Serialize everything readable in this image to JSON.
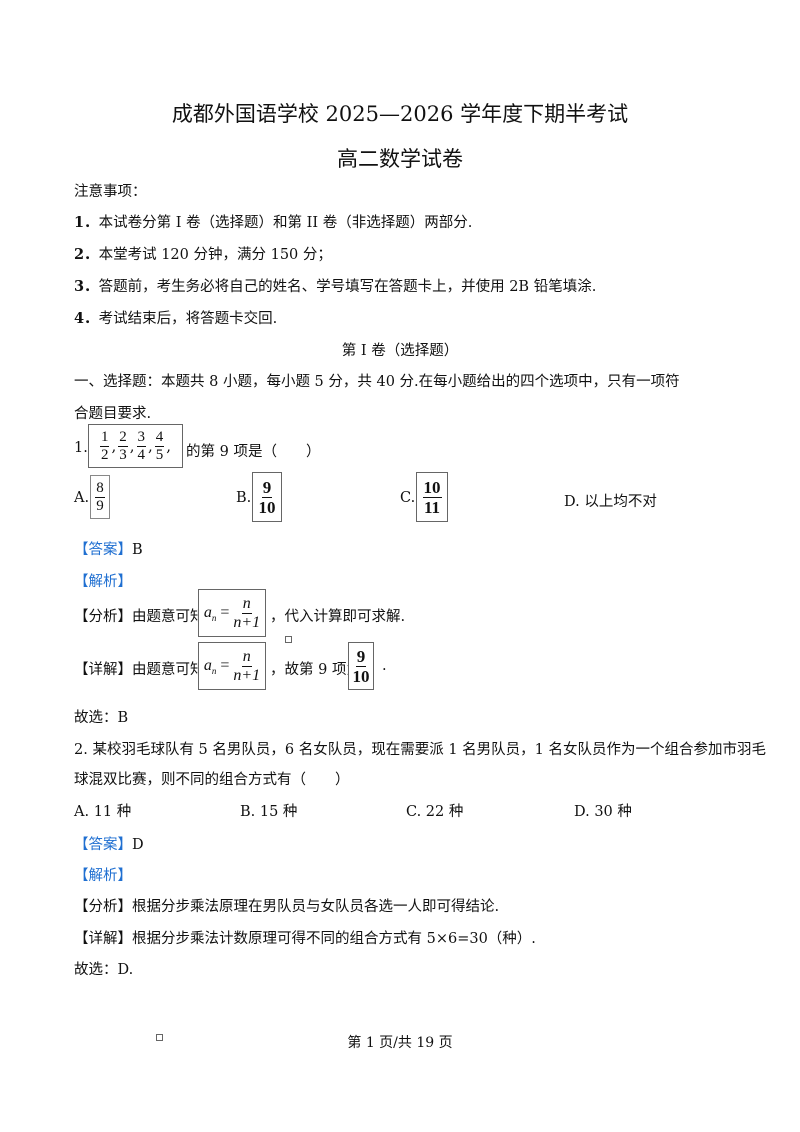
{
  "header": {
    "title": "成都外国语学校 2025—2026 学年度下期半考试",
    "subtitle": "高二数学试卷"
  },
  "notes": {
    "heading": "注意事项：",
    "items": [
      "本试卷分第 I 卷（选择题）和第 II 卷（非选择题）两部分.",
      "本堂考试 120 分钟，满分 150 分；",
      "答题前，考生务必将自己的姓名、学号填写在答题卡上，并使用 2B 铅笔填涂.",
      "考试结束后，将答题卡交回."
    ],
    "numbers": [
      "1．",
      "2．",
      "3．",
      "4．"
    ]
  },
  "section": {
    "title": "第 I 卷（选择题）",
    "intro_line1": "一、选择题：本题共 8 小题，每小题 5 分，共 40 分.在每小题给出的四个选项中，只有一项符",
    "intro_line2": "合题目要求."
  },
  "q1": {
    "num": "1.",
    "sequence": [
      [
        "1",
        "2"
      ],
      [
        "2",
        "3"
      ],
      [
        "3",
        "4"
      ],
      [
        "4",
        "5"
      ]
    ],
    "stem_tail": "的第 9 项是（　　）",
    "options": [
      {
        "label": "A.",
        "num": "8",
        "den": "9"
      },
      {
        "label": "B.",
        "num": "9",
        "den": "10"
      },
      {
        "label": "C.",
        "num": "10",
        "den": "11"
      },
      {
        "label": "D.",
        "text": "以上均不对"
      }
    ],
    "answer_tag": "【答案】",
    "answer": "B",
    "analysis_tag": "【解析】",
    "fenxi_tag": "【分析】",
    "fenxi_pre": "由题意可知",
    "fenxi_post": "，代入计算即可求解.",
    "xiangjie_tag": "【详解】",
    "xiangjie_pre": "由题意可知",
    "xiangjie_mid": "，故第 9 项为",
    "xiangjie_post": ".",
    "formula": {
      "lhs": "a",
      "sub": "n",
      "num": "n",
      "den": "n+1"
    },
    "result": {
      "num": "9",
      "den": "10"
    },
    "choose": "故选：B"
  },
  "q2": {
    "stem_line1": "2. 某校羽毛球队有 5 名男队员，6 名女队员，现在需要派 1 名男队员，1 名女队员作为一个组合参加市羽毛",
    "stem_line2": "球混双比赛，则不同的组合方式有（　　）",
    "options": [
      "A. 11 种",
      "B. 15 种",
      "C. 22 种",
      "D. 30 种"
    ],
    "answer_tag": "【答案】",
    "answer": "D",
    "analysis_tag": "【解析】",
    "fenxi_tag": "【分析】",
    "fenxi": "根据分步乘法原理在男队员与女队员各选一人即可得结论.",
    "xiangjie_tag": "【详解】",
    "xiangjie": "根据分步乘法计数原理可得不同的组合方式有 5×6=30（种）.",
    "choose": "故选：D."
  },
  "footer": {
    "page": "第 1 页/共 19 页"
  }
}
